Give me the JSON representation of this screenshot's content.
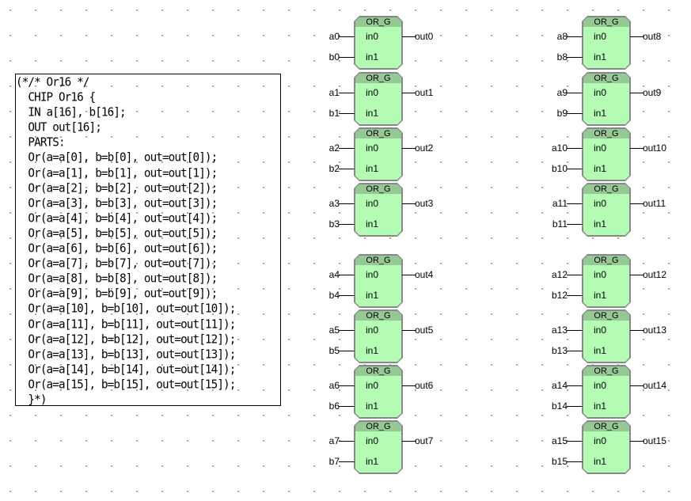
{
  "code": {
    "lines": [
      "(*/* Or16 */",
      "  CHIP Or16 {",
      "  IN a[16], b[16];",
      "  OUT out[16];",
      "  PARTS:",
      "  Or(a=a[0], b=b[0], out=out[0]);",
      "  Or(a=a[1], b=b[1], out=out[1]);",
      "  Or(a=a[2], b=b[2], out=out[2]);",
      "  Or(a=a[3], b=b[3], out=out[3]);",
      "  Or(a=a[4], b=b[4], out=out[4]);",
      "  Or(a=a[5], b=b[5], out=out[5]);",
      "  Or(a=a[6], b=b[6], out=out[6]);",
      "  Or(a=a[7], b=b[7], out=out[7]);",
      "  Or(a=a[8], b=b[8], out=out[8]);",
      "  Or(a=a[9], b=b[9], out=out[9]);",
      "  Or(a=a[10], b=b[10], out=out[10]);",
      "  Or(a=a[11], b=b[11], out=out[11]);",
      "  Or(a=a[12], b=b[12], out=out[12]);",
      "  Or(a=a[13], b=b[13], out=out[13]);",
      "  Or(a=a[14], b=b[14], out=out[14]);",
      "  Or(a=a[15], b=b[15], out=out[15]);",
      "  }*)"
    ]
  },
  "gate_type": "OR_G",
  "pins": {
    "in0": "in0",
    "in1": "in1"
  },
  "gates": [
    {
      "a": "a0",
      "b": "b0",
      "out": "out0"
    },
    {
      "a": "a1",
      "b": "b1",
      "out": "out1"
    },
    {
      "a": "a2",
      "b": "b2",
      "out": "out2"
    },
    {
      "a": "a3",
      "b": "b3",
      "out": "out3"
    },
    {
      "a": "a4",
      "b": "b4",
      "out": "out4"
    },
    {
      "a": "a5",
      "b": "b5",
      "out": "out5"
    },
    {
      "a": "a6",
      "b": "b6",
      "out": "out6"
    },
    {
      "a": "a7",
      "b": "b7",
      "out": "out7"
    },
    {
      "a": "a8",
      "b": "b8",
      "out": "out8"
    },
    {
      "a": "a9",
      "b": "b9",
      "out": "out9"
    },
    {
      "a": "a10",
      "b": "b10",
      "out": "out10"
    },
    {
      "a": "a11",
      "b": "b11",
      "out": "out11"
    },
    {
      "a": "a12",
      "b": "b12",
      "out": "out12"
    },
    {
      "a": "a13",
      "b": "b13",
      "out": "out13"
    },
    {
      "a": "a14",
      "b": "b14",
      "out": "out14"
    },
    {
      "a": "a15",
      "b": "b15",
      "out": "out15"
    }
  ],
  "colors": {
    "gate_fill": "#b4fcb4",
    "gate_header": "#96c896",
    "gate_border": "#777777"
  }
}
